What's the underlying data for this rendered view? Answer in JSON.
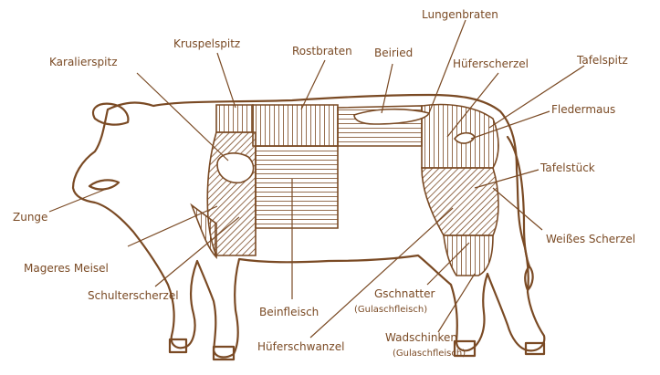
{
  "colors": {
    "ink": "#7a4a24",
    "background": "#ffffff"
  },
  "labels": {
    "lungenbraten": "Lungenbraten",
    "kruspelspitz": "Kruspelspitz",
    "rostbraten": "Rostbraten",
    "beiried": "Beiried",
    "huferscherzel": "Hüferscherzel",
    "tafelspitz": "Tafelspitz",
    "karalierspitz": "Karalierspitz",
    "fledermaus": "Fledermaus",
    "tafelstuck": "Tafelstück",
    "zunge": "Zunge",
    "weisses_scherzel": "Weißes Scherzel",
    "mageres_meisel": "Mageres Meisel",
    "schulterscherzel": "Schulterscherzel",
    "beinfleisch": "Beinfleisch",
    "gschnatter": "Gschnatter",
    "gschnatter_sub": "(Gulaschfleisch)",
    "huferschwanzel": "Hüferschwanzel",
    "wadschinken": "Wadschinken",
    "wadschinken_sub": "(Gulaschfleisch)"
  }
}
